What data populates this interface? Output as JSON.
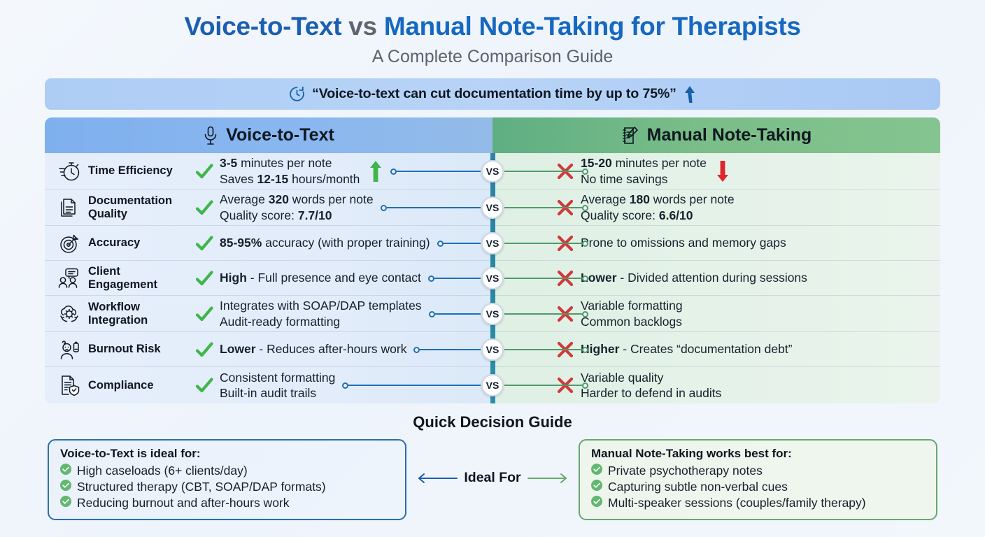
{
  "title": {
    "part1": "Voice-to-Text",
    "vs": "vs",
    "part2": "Manual Note-Taking for Therapists",
    "subtitle": "A Complete Comparison Guide"
  },
  "banner": {
    "icon": "clock-icon",
    "text": "“Voice-to-text can cut documentation time by up to 75%”",
    "trend_icon": "arrow-up-icon"
  },
  "comparison": {
    "left_header": {
      "icon": "microphone-icon",
      "label": "Voice-to-Text"
    },
    "right_header": {
      "icon": "notepad-pencil-icon",
      "label": "Manual Note-Taking"
    },
    "vs_label": "VS",
    "rows": [
      {
        "icon": "stopwatch-icon",
        "label": "Time Efficiency",
        "left": {
          "mark": "check-icon",
          "lines": [
            {
              "bold": "3-5",
              "rest": " minutes per note"
            },
            {
              "pre": "Saves ",
              "bold": "12-15",
              "rest": " hours/month"
            }
          ],
          "trend": "arrow-up-green"
        },
        "right": {
          "mark": "cross-icon",
          "lines": [
            {
              "bold": "15-20",
              "rest": " minutes per note"
            },
            {
              "pre": "",
              "bold": "",
              "rest": "No time savings"
            }
          ],
          "trend": "arrow-down-red"
        }
      },
      {
        "icon": "documents-icon",
        "label": "Documentation Quality",
        "left": {
          "mark": "check-icon",
          "lines": [
            {
              "pre": "Average ",
              "bold": "320",
              "rest": " words per note"
            },
            {
              "pre": "Quality score: ",
              "bold": "7.7/10",
              "rest": ""
            }
          ],
          "trend": ""
        },
        "right": {
          "mark": "cross-icon",
          "lines": [
            {
              "pre": "Average ",
              "bold": "180",
              "rest": " words per note"
            },
            {
              "pre": "Quality score: ",
              "bold": "6.6/10",
              "rest": ""
            }
          ],
          "trend": ""
        }
      },
      {
        "icon": "target-icon",
        "label": "Accuracy",
        "left": {
          "mark": "check-icon",
          "lines": [
            {
              "bold": "85-95%",
              "rest": " accuracy (with proper training)"
            }
          ],
          "trend": ""
        },
        "right": {
          "mark": "cross-icon",
          "lines": [
            {
              "pre": "",
              "bold": "",
              "rest": "Prone to omissions and memory gaps"
            }
          ],
          "trend": ""
        }
      },
      {
        "icon": "client-engagement-icon",
        "label": "Client Engagement",
        "left": {
          "mark": "check-icon",
          "lines": [
            {
              "bold": "High",
              "rest": " - Full presence and eye contact"
            }
          ],
          "trend": ""
        },
        "right": {
          "mark": "cross-icon",
          "lines": [
            {
              "bold": "Lower",
              "rest": " - Divided attention during sessions"
            }
          ],
          "trend": ""
        }
      },
      {
        "icon": "workflow-cloud-gear-icon",
        "label": "Workflow Integration",
        "left": {
          "mark": "check-icon",
          "lines": [
            {
              "pre": "",
              "bold": "",
              "rest": "Integrates with SOAP/DAP templates"
            },
            {
              "pre": "",
              "bold": "",
              "rest": "Audit-ready formatting"
            }
          ],
          "trend": ""
        },
        "right": {
          "mark": "cross-icon",
          "lines": [
            {
              "pre": "",
              "bold": "",
              "rest": "Variable formatting"
            },
            {
              "pre": "",
              "bold": "",
              "rest": "Common backlogs"
            }
          ],
          "trend": ""
        }
      },
      {
        "icon": "burnout-person-icon",
        "label": "Burnout Risk",
        "left": {
          "mark": "check-icon",
          "lines": [
            {
              "bold": "Lower",
              "rest": " - Reduces after-hours work"
            }
          ],
          "trend": ""
        },
        "right": {
          "mark": "cross-icon",
          "lines": [
            {
              "bold": "Higher",
              "rest": " - Creates “documentation debt”"
            }
          ],
          "trend": ""
        }
      },
      {
        "icon": "compliance-shield-doc-icon",
        "label": "Compliance",
        "left": {
          "mark": "check-icon",
          "lines": [
            {
              "pre": "",
              "bold": "",
              "rest": "Consistent formatting"
            },
            {
              "pre": "",
              "bold": "",
              "rest": "Built-in audit trails"
            }
          ],
          "trend": ""
        },
        "right": {
          "mark": "cross-icon",
          "lines": [
            {
              "pre": "",
              "bold": "",
              "rest": "Variable quality"
            },
            {
              "pre": "",
              "bold": "",
              "rest": "Harder to defend in audits"
            }
          ],
          "trend": ""
        }
      }
    ]
  },
  "quick_decision": {
    "title": "Quick Decision Guide",
    "middle_label": "Ideal For",
    "left_card": {
      "title": "Voice-to-Text is ideal for:",
      "items": [
        "High caseloads (6+ clients/day)",
        "Structured therapy (CBT, SOAP/DAP formats)",
        "Reducing burnout and after-hours work"
      ]
    },
    "right_card": {
      "title": "Manual Note-Taking works best for:",
      "items": [
        "Private psychotherapy notes",
        "Capturing subtle non-verbal cues",
        "Multi-speaker sessions (couples/family therapy)"
      ]
    }
  },
  "colors": {
    "blue_accent": "#1c5fb0",
    "green_accent": "#4f9a69",
    "header_blue": "#8ab7ef",
    "header_green": "#79bd88",
    "check_green": "#3fb54a",
    "cross_red": "#cf3a3a",
    "divider_teal": "#2a87a4"
  }
}
